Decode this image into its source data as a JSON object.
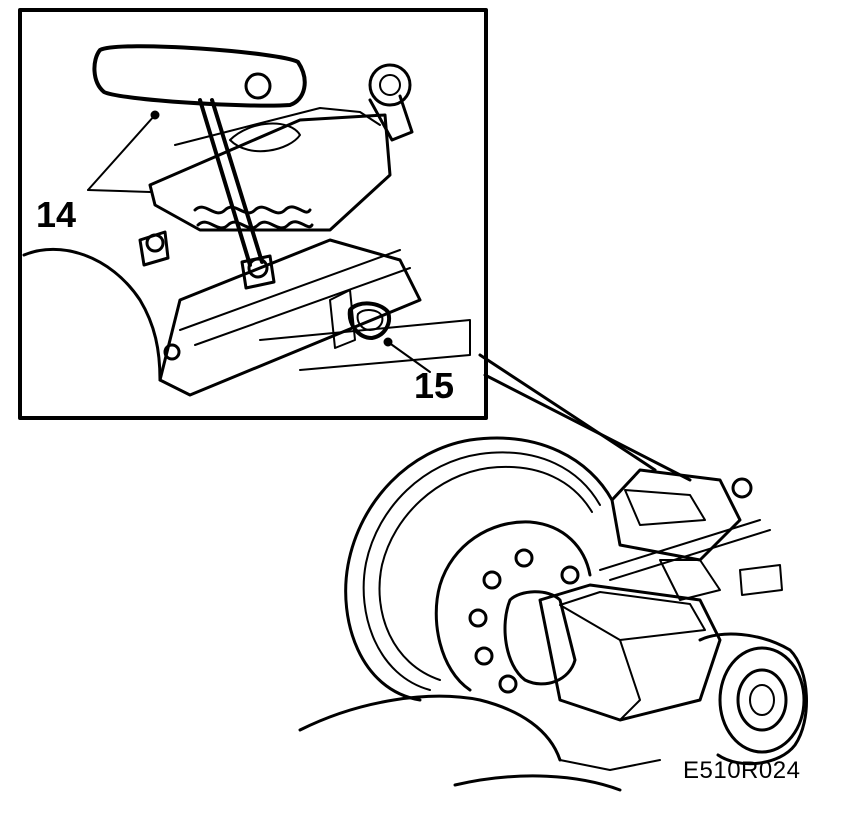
{
  "callouts": {
    "part_14": "14",
    "part_15": "15"
  },
  "figure_code": "E510R024",
  "colors": {
    "ink": "#000000",
    "paper": "#ffffff"
  }
}
